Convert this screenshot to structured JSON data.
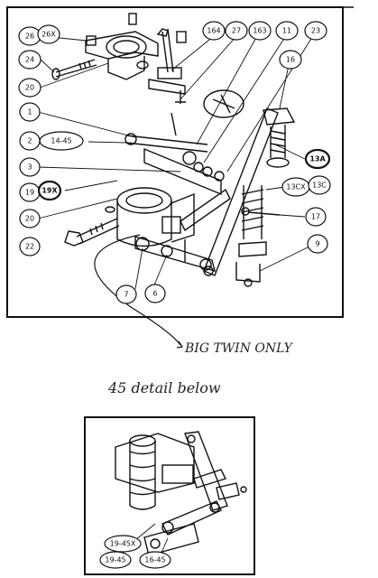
{
  "upper_diagram": {
    "callouts": [
      {
        "id": "c-26",
        "label": "26",
        "bold": false
      },
      {
        "id": "c-26x",
        "label": "26X",
        "bold": false
      },
      {
        "id": "c-24",
        "label": "24",
        "bold": false
      },
      {
        "id": "c-20top",
        "label": "20",
        "bold": false
      },
      {
        "id": "c-164",
        "label": "164",
        "bold": false
      },
      {
        "id": "c-27",
        "label": "27",
        "bold": false
      },
      {
        "id": "c-163",
        "label": "163",
        "bold": false
      },
      {
        "id": "c-11",
        "label": "11",
        "bold": false
      },
      {
        "id": "c-23",
        "label": "23",
        "bold": false
      },
      {
        "id": "c-16",
        "label": "16",
        "bold": false
      },
      {
        "id": "c-1",
        "label": "1",
        "bold": false
      },
      {
        "id": "c-2",
        "label": "2",
        "bold": false
      },
      {
        "id": "c-1445",
        "label": "14-45",
        "bold": false
      },
      {
        "id": "c-3",
        "label": "3",
        "bold": false
      },
      {
        "id": "c-19",
        "label": "19",
        "bold": false
      },
      {
        "id": "c-19x",
        "label": "19X",
        "bold": true
      },
      {
        "id": "c-20",
        "label": "20",
        "bold": false
      },
      {
        "id": "c-22",
        "label": "22",
        "bold": false
      },
      {
        "id": "c-13a",
        "label": "13A",
        "bold": true
      },
      {
        "id": "c-13cx",
        "label": "13CX",
        "bold": false
      },
      {
        "id": "c-13c",
        "label": "13C",
        "bold": false
      },
      {
        "id": "c-17",
        "label": "17",
        "bold": false
      },
      {
        "id": "c-9",
        "label": "9",
        "bold": false
      },
      {
        "id": "c-7",
        "label": "7",
        "bold": false
      },
      {
        "id": "c-6",
        "label": "6",
        "bold": false
      }
    ]
  },
  "annotations": {
    "big_twin": "BIG TWIN ONLY",
    "detail_note": "45 detail below"
  },
  "lower_diagram": {
    "callouts": [
      {
        "id": "d-1945x",
        "label": "19-45X"
      },
      {
        "id": "d-1945",
        "label": "19-45"
      },
      {
        "id": "d-1645",
        "label": "16-45"
      }
    ]
  }
}
